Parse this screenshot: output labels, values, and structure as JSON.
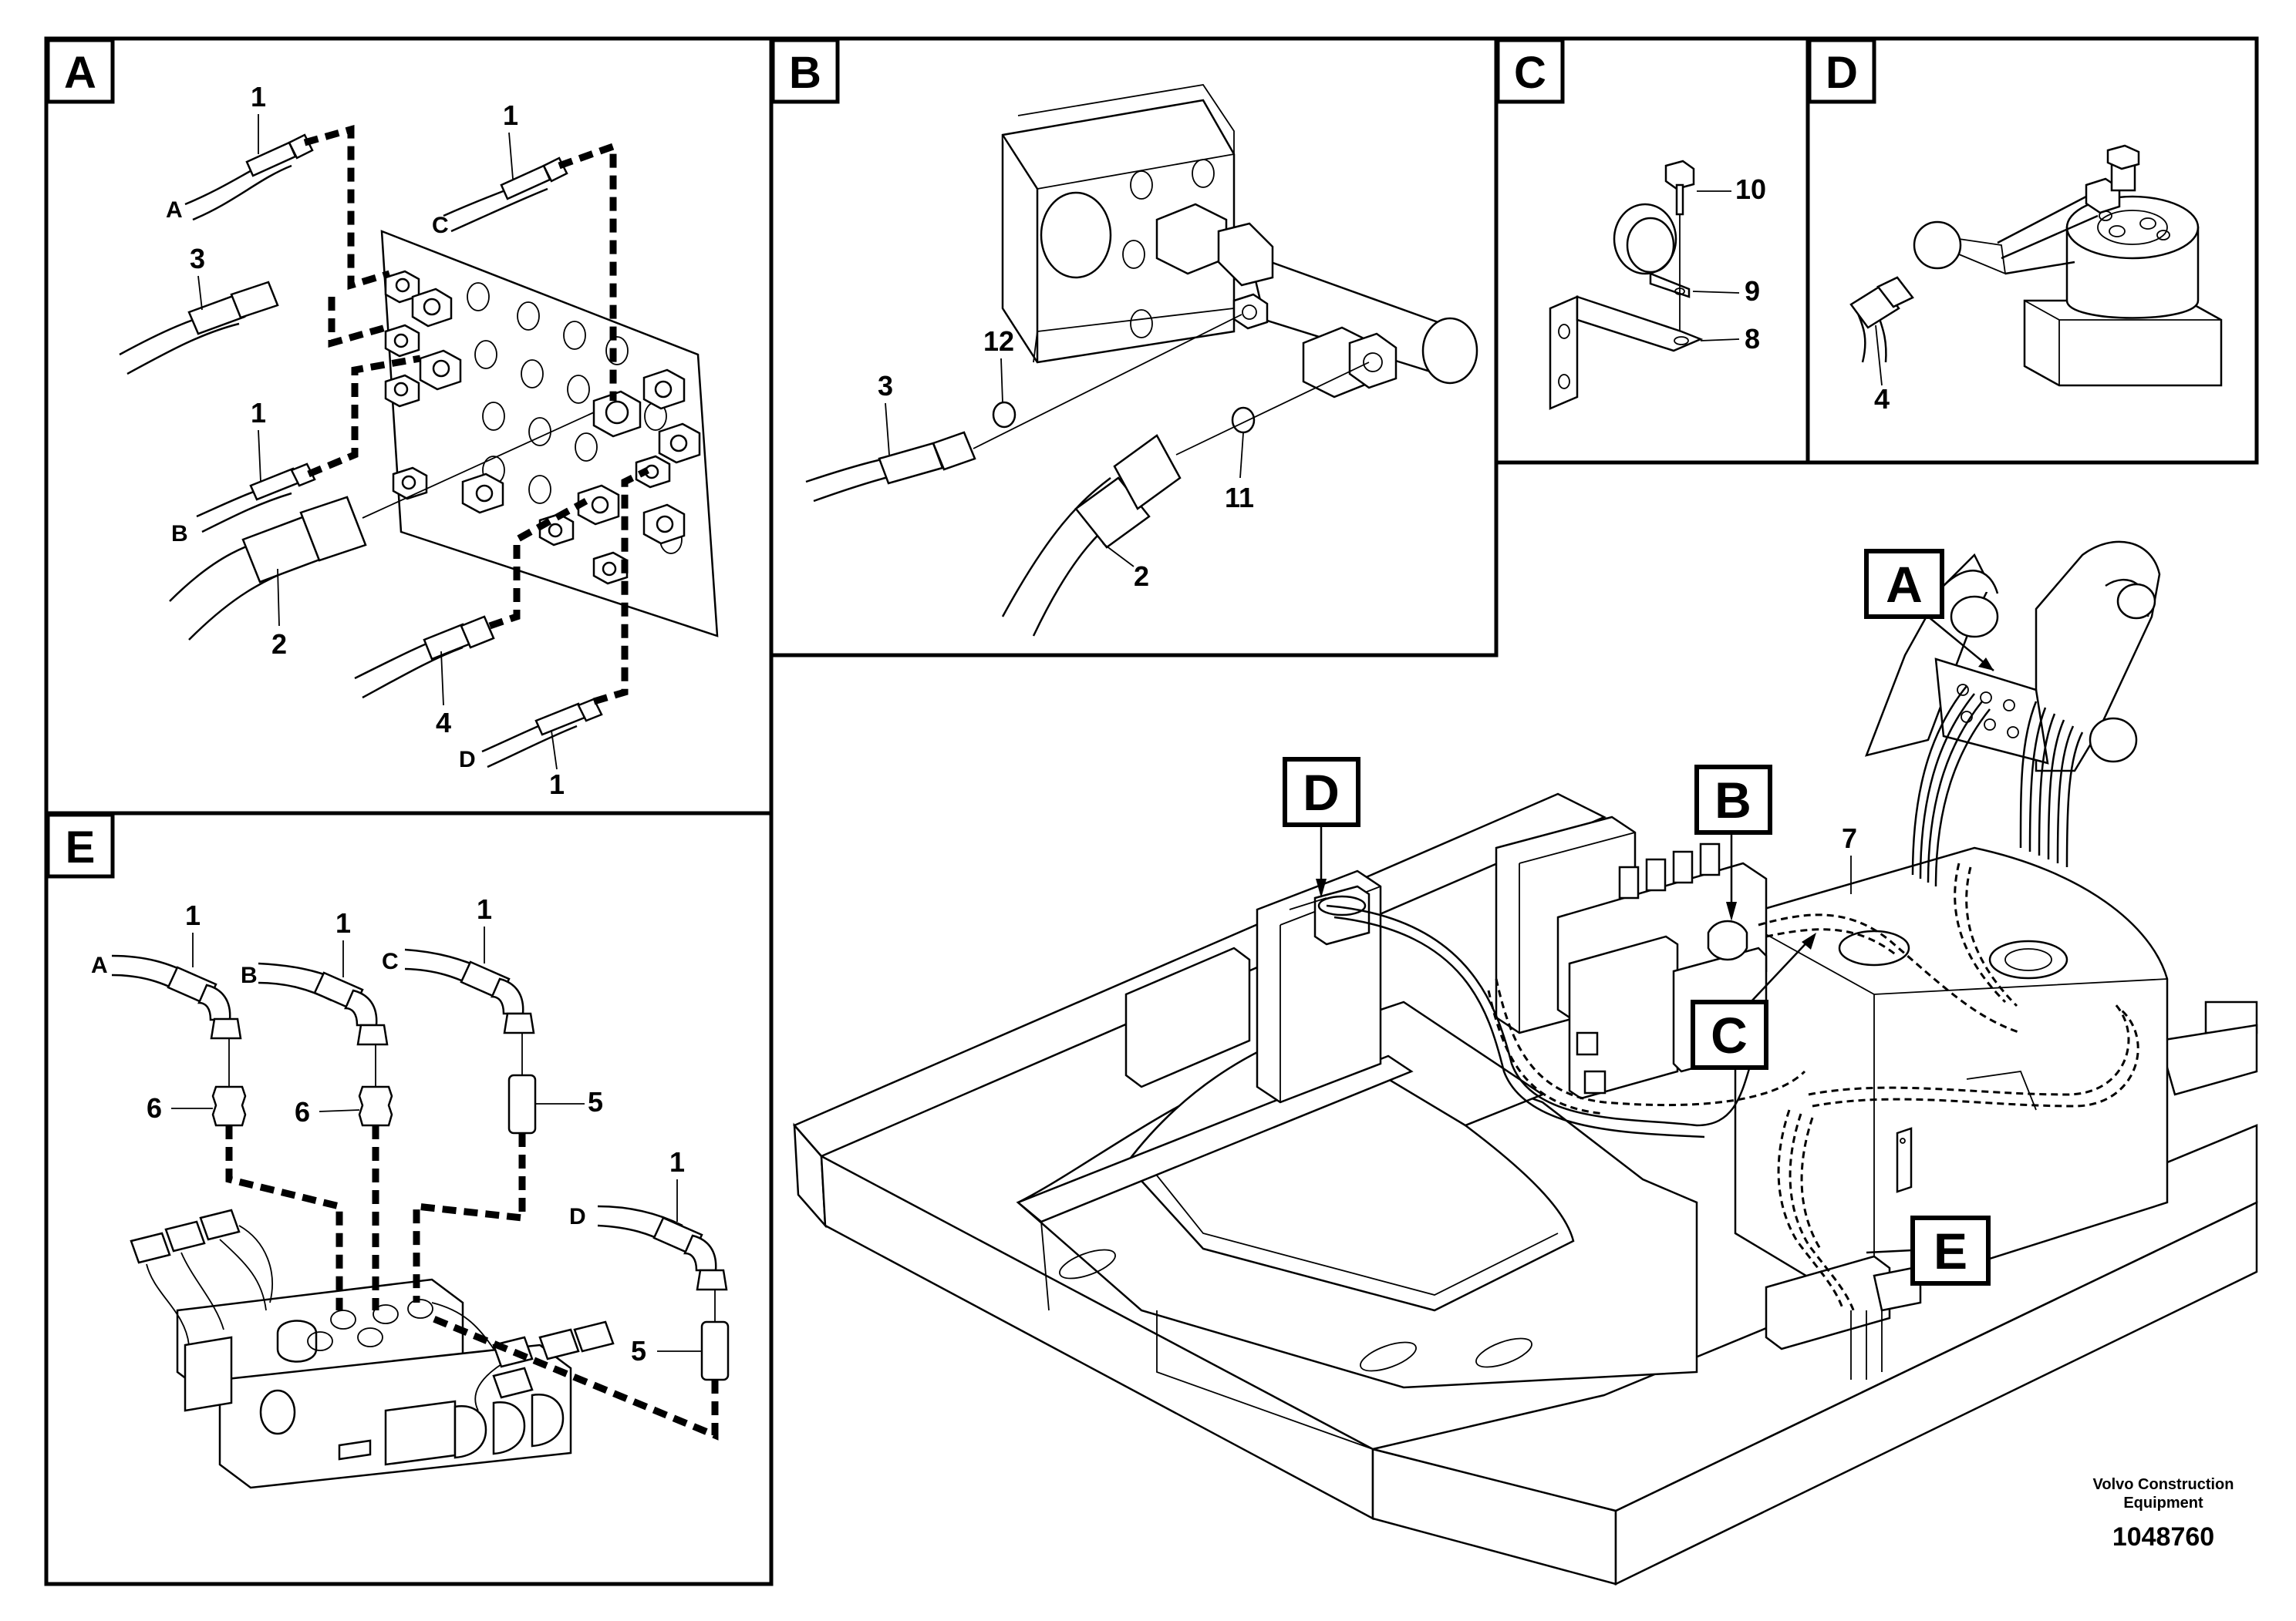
{
  "panels": {
    "a": {
      "letter": "A",
      "labels": {
        "n1a": "1",
        "a": "A",
        "n1c": "1",
        "c": "C",
        "n3": "3",
        "n1b": "1",
        "b": "B",
        "n2": "2",
        "n4": "4",
        "d": "D",
        "n1d": "1"
      }
    },
    "b": {
      "letter": "B",
      "labels": {
        "n3": "3",
        "n12": "12",
        "n11": "11",
        "n2": "2"
      }
    },
    "c": {
      "letter": "C",
      "labels": {
        "n10": "10",
        "n9": "9",
        "n8": "8"
      }
    },
    "d": {
      "letter": "D",
      "labels": {
        "n4": "4"
      }
    },
    "e": {
      "letter": "E",
      "labels": {
        "n1a": "1",
        "a": "A",
        "n1b": "1",
        "b": "B",
        "n1c": "1",
        "c": "C",
        "n6a": "6",
        "n6b": "6",
        "n5a": "5",
        "n1d": "1",
        "d": "D",
        "n5b": "5"
      }
    }
  },
  "overview": {
    "callouts": {
      "a": "A",
      "b": "B",
      "c": "C",
      "d": "D",
      "e": "E"
    },
    "n7": "7"
  },
  "footer": {
    "company_line1": "Volvo Construction",
    "company_line2": "Equipment",
    "doc_number": "1048760"
  }
}
